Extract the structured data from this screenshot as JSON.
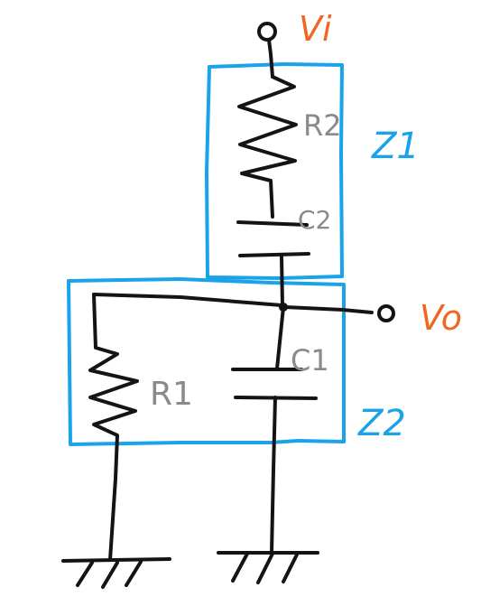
{
  "labels": {
    "input_voltage": "Vi",
    "output_voltage": "Vo",
    "r1": "R1",
    "r2": "R2",
    "c1": "C1",
    "c2": "C2",
    "z1": "Z1",
    "z2": "Z2"
  },
  "colors": {
    "wire": "#141414",
    "impedance_box": "#1aa3e8",
    "voltage_label": "#f26522",
    "component_label": "#8a8a8a"
  }
}
